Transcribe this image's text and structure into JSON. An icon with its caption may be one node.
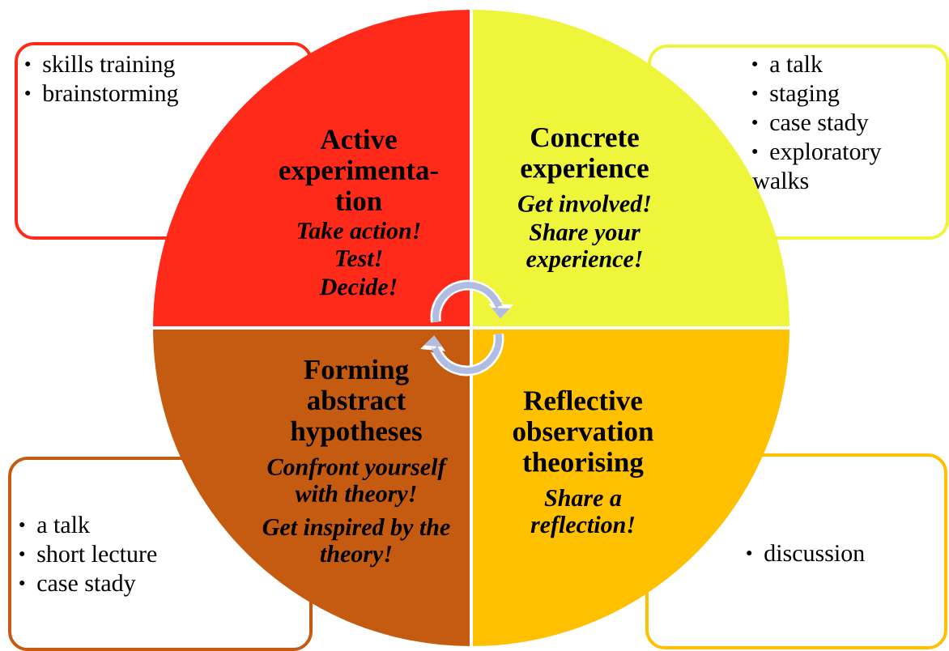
{
  "diagram": {
    "nodes": [
      {
        "text": [
          "Active experimenta-tion",
          "Take action!",
          "Test!",
          "Decide!"
        ]
      },
      {
        "text": [
          "Concrete experience",
          "Get involved!",
          "Share your experience!"
        ]
      },
      {
        "text": [
          "Forming abstract hypotheses",
          "Confront yourself with theory!",
          "Get inspired by the theory!"
        ]
      },
      {
        "text": [
          "Reflective observation theorising",
          "Share a reflection!"
        ]
      },
      {
        "text": [
          "skills training",
          "brainstorming"
        ]
      },
      {
        "text": [
          "a talk",
          "staging",
          "case stady",
          "exploratory walks"
        ]
      },
      {
        "text": [
          "a talk",
          "short lecture",
          "case stady"
        ]
      },
      {
        "text": [
          "discussion"
        ]
      }
    ],
    "edges": [
      {
        "from": 0,
        "to": 1,
        "arrow": "to"
      },
      {
        "from": 3,
        "to": 2,
        "arrow": "to"
      }
    ]
  }
}
